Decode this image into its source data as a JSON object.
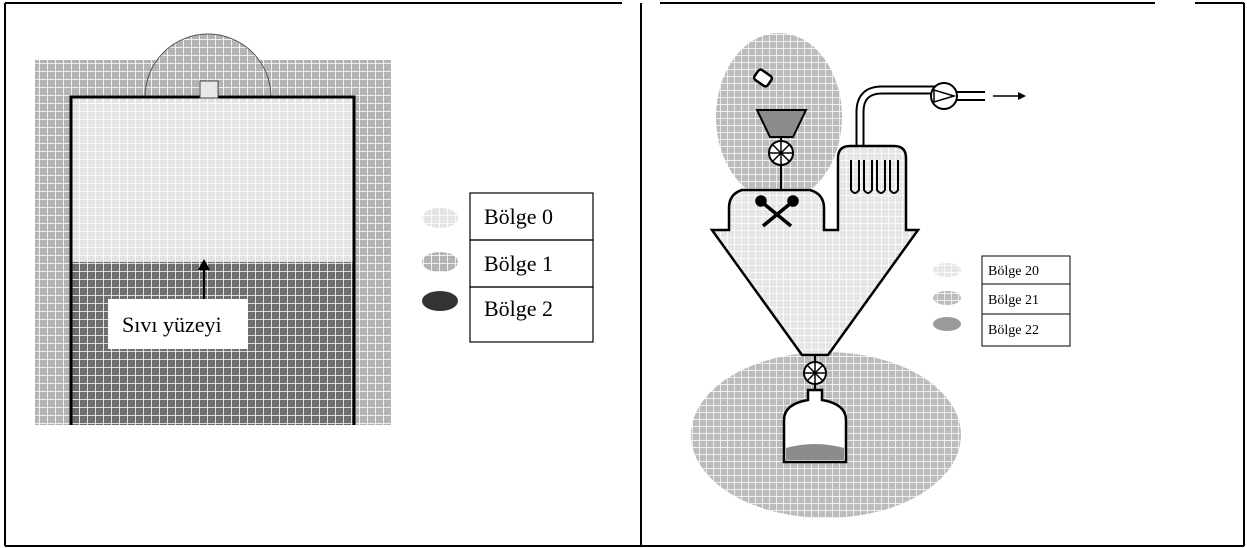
{
  "left_diagram": {
    "liquid_surface_label": "Sıvı yüzeyi",
    "legend": [
      {
        "label": "Bölge 0",
        "shade": "light"
      },
      {
        "label": "Bölge 1",
        "shade": "medium"
      },
      {
        "label": "Bölge 2",
        "shade": "dark"
      }
    ]
  },
  "right_diagram": {
    "legend": [
      {
        "label": "Bölge 20",
        "shade": "light"
      },
      {
        "label": "Bölge 21",
        "shade": "medium"
      },
      {
        "label": "Bölge 22",
        "shade": "medium-dark"
      }
    ]
  },
  "colors": {
    "zone_light": "#e3e3e3",
    "zone_medium": "#b9b9b9",
    "zone_dark": "#727272",
    "grid_line": "#ffffff",
    "outline": "#000000"
  }
}
